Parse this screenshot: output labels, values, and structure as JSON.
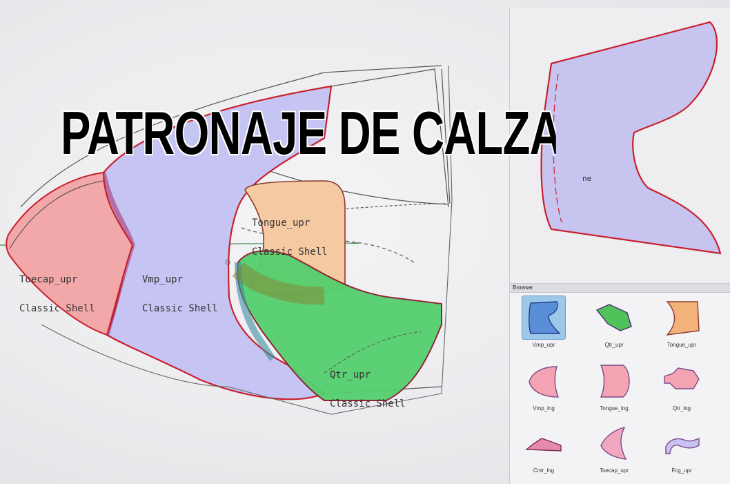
{
  "banner": {
    "title": "PATRONAJE DE CALZADO ASISTIDO P"
  },
  "canvas": {
    "labels": {
      "toecap": {
        "name": "Toecap_upr",
        "material": "Classic Shell"
      },
      "vamp": {
        "name": "Vmp_upr",
        "material": "Classic Shell"
      },
      "tongue": {
        "name": "Tongue_upr",
        "material": "Classic Shell"
      },
      "quarter": {
        "name": "Qtr_upr",
        "material": "Classic Shell"
      },
      "preview_fragment": "ne"
    }
  },
  "browser": {
    "title": "Browser",
    "items": [
      {
        "label": "Vmp_upr",
        "icon": "vamp-upper-piece-icon",
        "color": "#5a8fd8",
        "selected": true
      },
      {
        "label": "Qtr_upr",
        "icon": "quarter-upper-piece-icon",
        "color": "#4fc25a",
        "selected": false
      },
      {
        "label": "Tongue_upr",
        "icon": "tongue-upper-piece-icon",
        "color": "#f3b27a",
        "selected": false
      },
      {
        "label": "Vmp_lng",
        "icon": "vamp-lining-piece-icon",
        "color": "#f4a3b2",
        "selected": false
      },
      {
        "label": "Tongue_lng",
        "icon": "tongue-lining-piece-icon",
        "color": "#f4a3b2",
        "selected": false
      },
      {
        "label": "Qtr_lng",
        "icon": "quarter-lining-piece-icon",
        "color": "#f4a3b2",
        "selected": false
      },
      {
        "label": "Cntr_lng",
        "icon": "counter-lining-piece-icon",
        "color": "#e58aa8",
        "selected": false
      },
      {
        "label": "Toecap_upr",
        "icon": "toecap-upper-piece-icon",
        "color": "#f0a8c0",
        "selected": false
      },
      {
        "label": "Fcg_upr",
        "icon": "facing-upper-piece-icon",
        "color": "#c9c2f0",
        "selected": false
      }
    ]
  },
  "colors": {
    "toecap": "#f2a7a9",
    "vamp": "#c6c4f2",
    "tongue": "#f5c9a2",
    "quarter": "#55cf6e",
    "outline": "#c8202c",
    "selection": "#9ec8ea"
  }
}
